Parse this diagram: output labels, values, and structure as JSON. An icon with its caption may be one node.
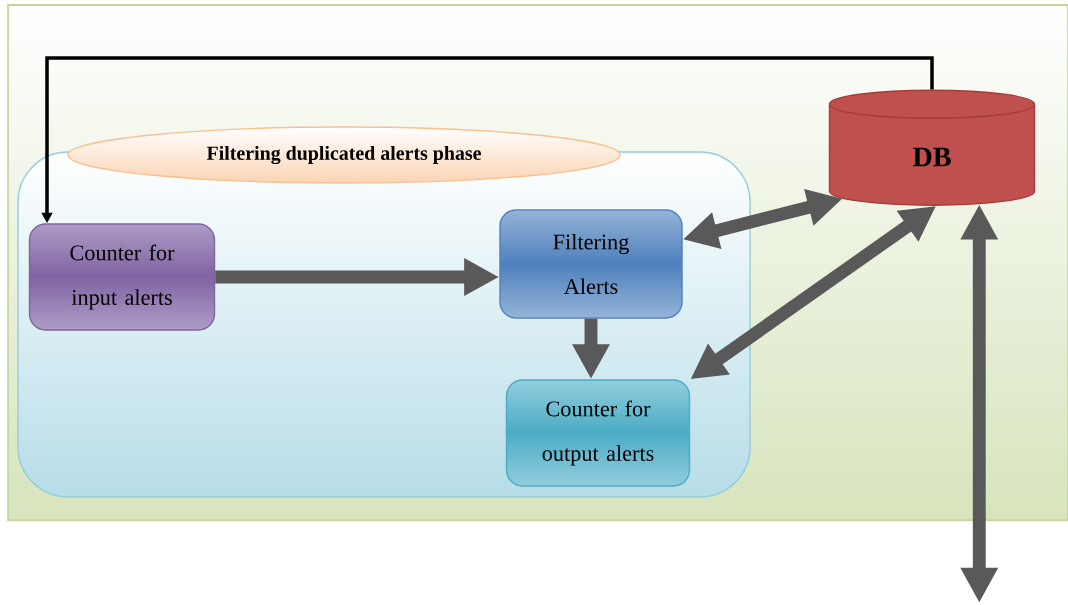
{
  "diagram": {
    "nodes": [
      {
        "text": [
          "Filtering duplicated alerts phase"
        ]
      },
      {
        "text": [
          "Counter for input alerts"
        ],
        "in": 0
      },
      {
        "text": [
          "Filtering Alerts"
        ],
        "in": 0
      },
      {
        "text": [
          "Counter for output alerts"
        ],
        "in": 0
      },
      {
        "text": [
          "DB"
        ]
      }
    ],
    "edges": [
      {
        "from": 4,
        "to": 1,
        "arrow": "to",
        "color": "#000000"
      },
      {
        "from": 1,
        "to": 2,
        "arrow": "to"
      },
      {
        "from": 2,
        "to": 3,
        "arrow": "to"
      },
      {
        "from": 2,
        "to": 4,
        "arrow": "both"
      },
      {
        "from": 3,
        "to": 4,
        "arrow": "both"
      },
      {
        "from": 4,
        "to": null,
        "arrow": "both"
      }
    ]
  }
}
